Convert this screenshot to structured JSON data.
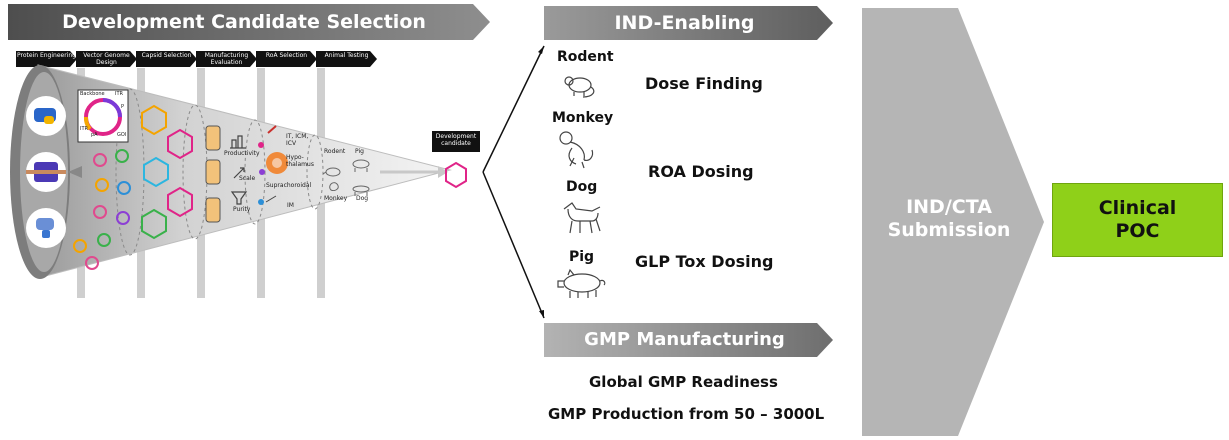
{
  "banners": {
    "development": "Development Candidate Selection",
    "ind_enabling": "IND-Enabling",
    "gmp_manufacturing": "GMP Manufacturing",
    "ind_cta": "IND/CTA Submission",
    "clinical": "Clinical POC"
  },
  "steps": [
    "Protein Engineering",
    "Vector Genome Design",
    "Capsid Selection",
    "Manufacturing Evaluation",
    "RoA Selection",
    "Animal Testing"
  ],
  "funnel": {
    "plasmid_labels": [
      "Backbone",
      "ITR",
      "P",
      "ITR",
      "pA",
      "GOI"
    ],
    "manufacturing_labels": [
      "Productivity",
      "Scale",
      "Purity"
    ],
    "roa_labels": [
      "IT, ICM, ICV",
      "Hypo-",
      "thalamus",
      "Suprachoroidal",
      "IM"
    ],
    "animal_labels": [
      "Rodent",
      "Pig",
      "Monkey",
      "Dog"
    ],
    "candidate_label": "Development candidate"
  },
  "ind_enabling": {
    "animals": [
      "Rodent",
      "Monkey",
      "Dog",
      "Pig"
    ],
    "items": [
      "Dose Finding",
      "ROA Dosing",
      "GLP Tox Dosing"
    ]
  },
  "gmp": {
    "items": [
      "Global GMP Readiness",
      "GMP Production from 50 – 3000L"
    ]
  },
  "colors": {
    "banner_gray": "#6b6b6b",
    "clinical_green": "#8fd019",
    "chevron_gray": "#b5b5b5"
  }
}
